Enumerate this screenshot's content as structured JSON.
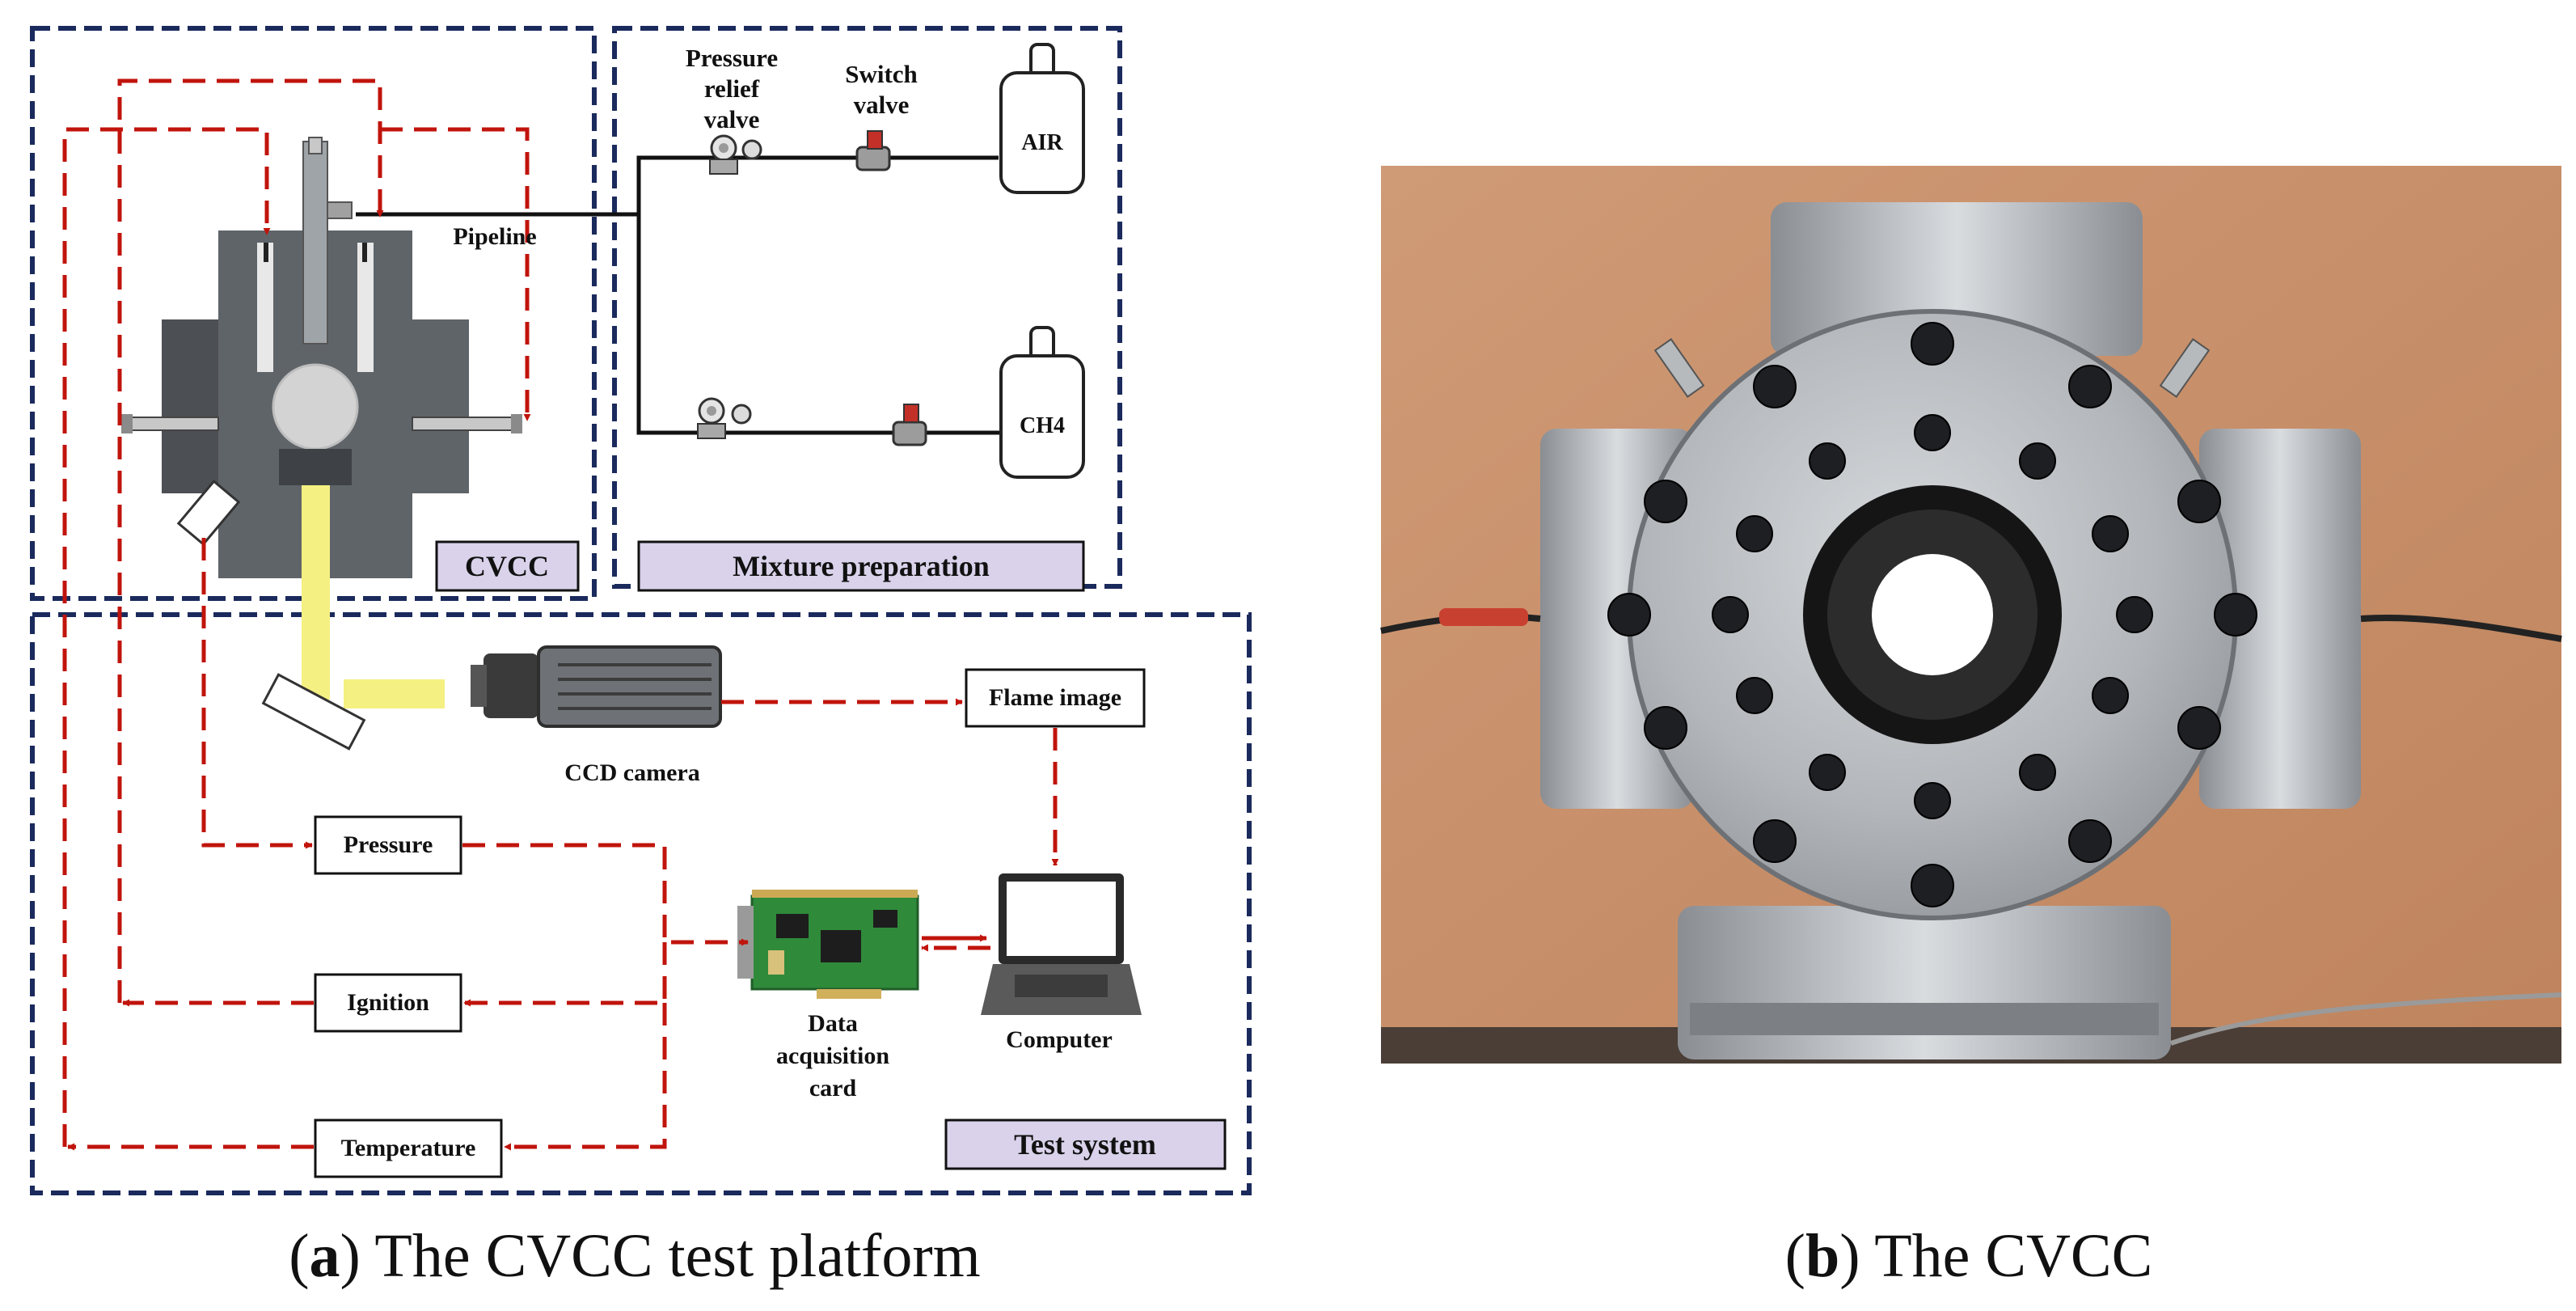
{
  "colors": {
    "frame": "#1b2a5c",
    "signal": "#c0140c",
    "panel_fill": "#d9d2ea",
    "beam": "#f5f082",
    "line": "#111111",
    "photo_wall": "#c98f69",
    "steel": "#b9bcc0"
  },
  "panel_a": {
    "labels": {
      "pressure_relief_valve_1": "Pressure",
      "pressure_relief_valve_2": "relief",
      "pressure_relief_valve_3": "valve",
      "switch_valve_1": "Switch",
      "switch_valve_2": "valve",
      "air": "AIR",
      "ch4": "CH4",
      "pipeline": "Pipeline",
      "cvcc_box": "CVCC",
      "mixture_box": "Mixture preparation",
      "test_box": "Test system",
      "ccd_camera": "CCD camera",
      "flame_image": "Flame image",
      "pressure": "Pressure",
      "ignition": "Ignition",
      "temperature": "Temperature",
      "daq_1": "Data",
      "daq_2": "acquisition",
      "daq_3": "card",
      "computer": "Computer"
    },
    "caption_letter": "a",
    "caption_text": ") The CVCC test platform"
  },
  "panel_b": {
    "caption_letter": "b",
    "caption_text": ") The CVCC",
    "icons": [
      "cvcc-photo-icon"
    ]
  }
}
